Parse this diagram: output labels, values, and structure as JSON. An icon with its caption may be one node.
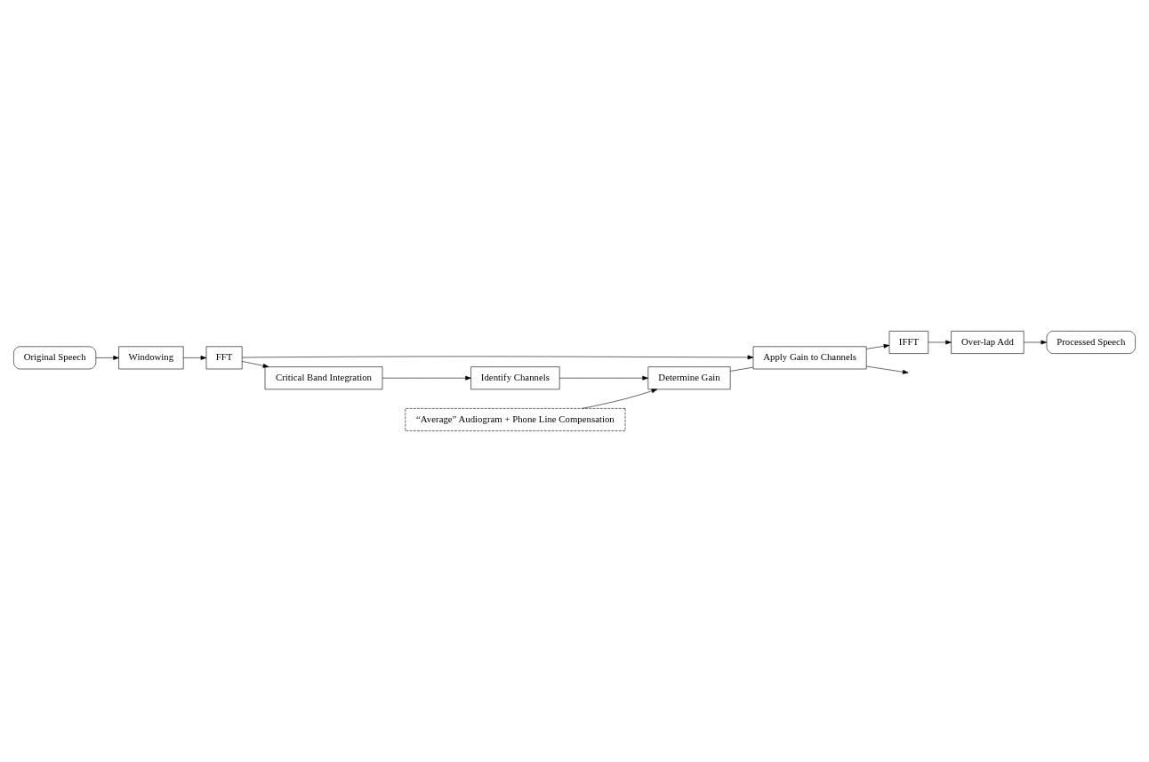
{
  "diagram": {
    "nodes": [
      {
        "text": [
          "Original Speech"
        ]
      },
      {
        "text": [
          "Windowing"
        ]
      },
      {
        "text": [
          "FFT"
        ]
      },
      {
        "text": [
          "Apply Gain to Channels"
        ]
      },
      {
        "text": [
          "Critical Band Integration"
        ]
      },
      {
        "text": [
          "Determine Gain"
        ]
      },
      {
        "text": [
          "IFFT"
        ]
      },
      {
        "text": [
          "Identify Channels"
        ]
      },
      {
        "text": [
          "“Average” Audiogram + Phone Line Compensation"
        ]
      },
      {
        "text": [
          "Over-lap Add"
        ]
      },
      {
        "text": [
          "Processed Speech"
        ]
      }
    ],
    "edges": [
      {
        "from": 0,
        "to": 1,
        "arrow": "to"
      },
      {
        "from": 1,
        "to": 2,
        "arrow": "to"
      },
      {
        "from": 2,
        "to": 3,
        "arrow": "to"
      },
      {
        "from": 2,
        "to": 4,
        "arrow": "to"
      },
      {
        "from": 4,
        "to": 7,
        "arrow": "to"
      },
      {
        "from": 7,
        "to": 5,
        "arrow": "to"
      },
      {
        "from": 8,
        "to": 5,
        "arrow": "to"
      },
      {
        "from": 5,
        "to": 3,
        "arrow": "none"
      },
      {
        "from": 3,
        "to": null,
        "arrow": "to"
      },
      {
        "from": 3,
        "to": 6,
        "arrow": "to"
      },
      {
        "from": 6,
        "to": 9,
        "arrow": "to"
      },
      {
        "from": 9,
        "to": 10,
        "arrow": "to"
      }
    ]
  }
}
